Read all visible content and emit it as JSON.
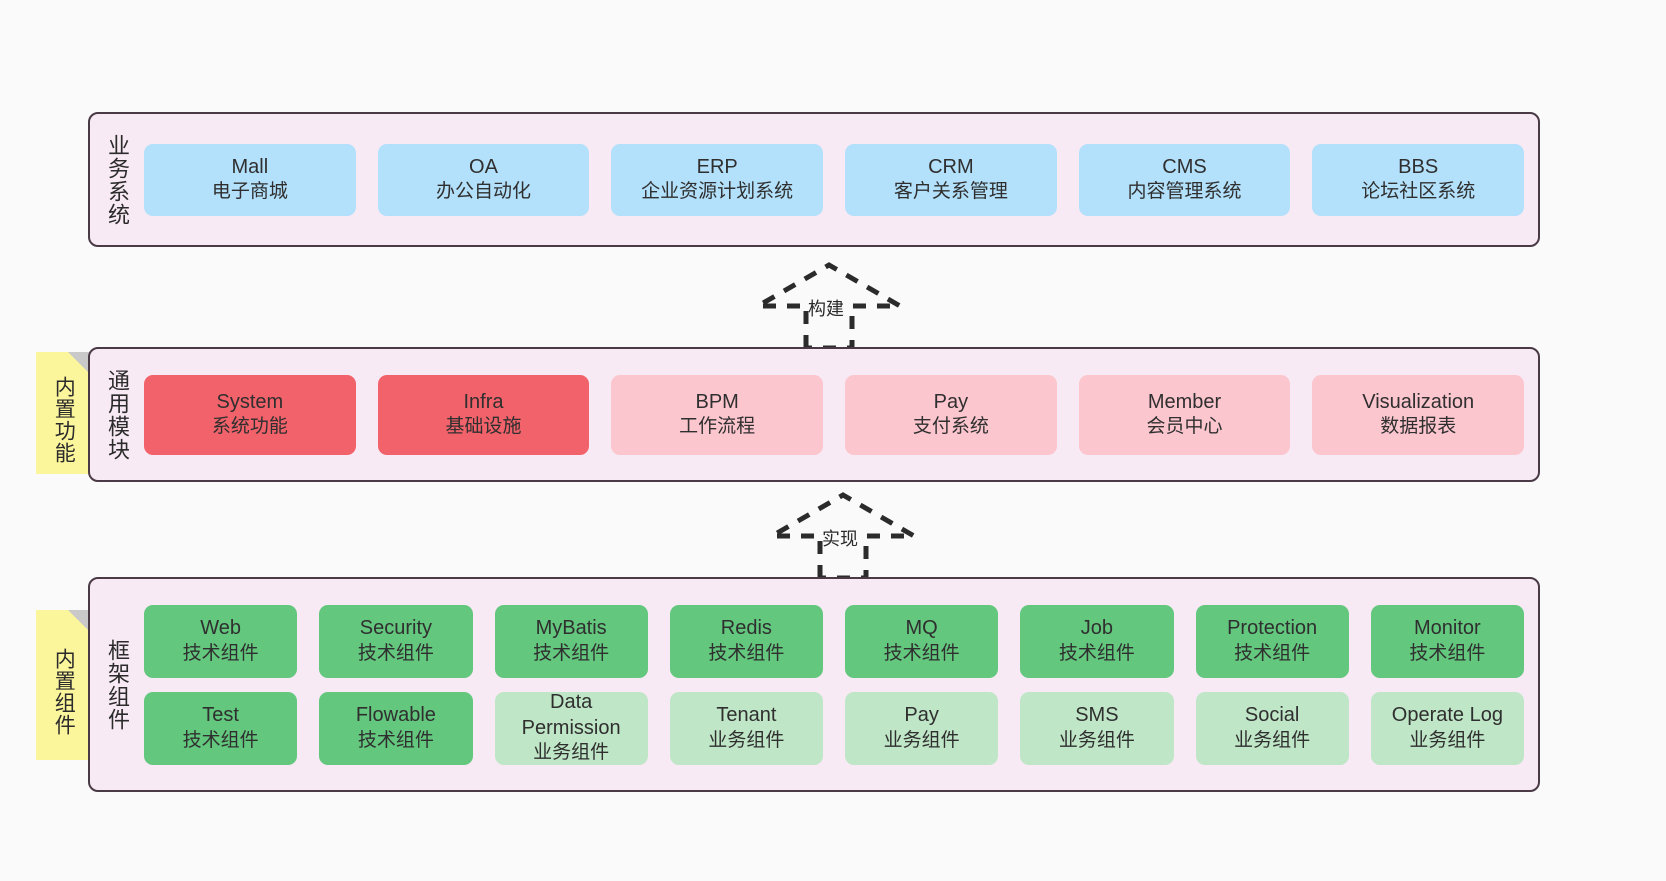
{
  "layers": {
    "business": {
      "title": "业务系统",
      "cards": [
        {
          "en": "Mall",
          "cn": "电子商城"
        },
        {
          "en": "OA",
          "cn": "办公自动化"
        },
        {
          "en": "ERP",
          "cn": "企业资源计划系统"
        },
        {
          "en": "CRM",
          "cn": "客户关系管理"
        },
        {
          "en": "CMS",
          "cn": "内容管理系统"
        },
        {
          "en": "BBS",
          "cn": "论坛社区系统"
        }
      ]
    },
    "common": {
      "title": "通用模块",
      "note": "内置功能",
      "cards": [
        {
          "en": "System",
          "cn": "系统功能"
        },
        {
          "en": "Infra",
          "cn": "基础设施"
        },
        {
          "en": "BPM",
          "cn": "工作流程"
        },
        {
          "en": "Pay",
          "cn": "支付系统"
        },
        {
          "en": "Member",
          "cn": "会员中心"
        },
        {
          "en": "Visualization",
          "cn": "数据报表"
        }
      ]
    },
    "framework": {
      "title": "框架组件",
      "note": "内置组件",
      "row1": [
        {
          "en": "Web",
          "cn": "技术组件"
        },
        {
          "en": "Security",
          "cn": "技术组件"
        },
        {
          "en": "MyBatis",
          "cn": "技术组件"
        },
        {
          "en": "Redis",
          "cn": "技术组件"
        },
        {
          "en": "MQ",
          "cn": "技术组件"
        },
        {
          "en": "Job",
          "cn": "技术组件"
        },
        {
          "en": "Protection",
          "cn": "技术组件"
        },
        {
          "en": "Monitor",
          "cn": "技术组件"
        }
      ],
      "row2": [
        {
          "en": "Test",
          "cn": "技术组件"
        },
        {
          "en": "Flowable",
          "cn": "技术组件"
        },
        {
          "en": "Data Permission",
          "cn": "业务组件"
        },
        {
          "en": "Tenant",
          "cn": "业务组件"
        },
        {
          "en": "Pay",
          "cn": "业务组件"
        },
        {
          "en": "SMS",
          "cn": "业务组件"
        },
        {
          "en": "Social",
          "cn": "业务组件"
        },
        {
          "en": "Operate Log",
          "cn": "业务组件"
        }
      ]
    }
  },
  "arrows": {
    "build": "构建",
    "realize": "实现"
  },
  "colors": {
    "panel_bg": "#f8eaf4",
    "panel_border": "#4a3a45",
    "blue": "#b3e0fb",
    "red": "#f2626a",
    "pink": "#fcc6cf",
    "green": "#63c77e",
    "light_green": "#bfe6c6",
    "note_yellow": "#fbf59b",
    "canvas_bg": "#fafafa"
  }
}
